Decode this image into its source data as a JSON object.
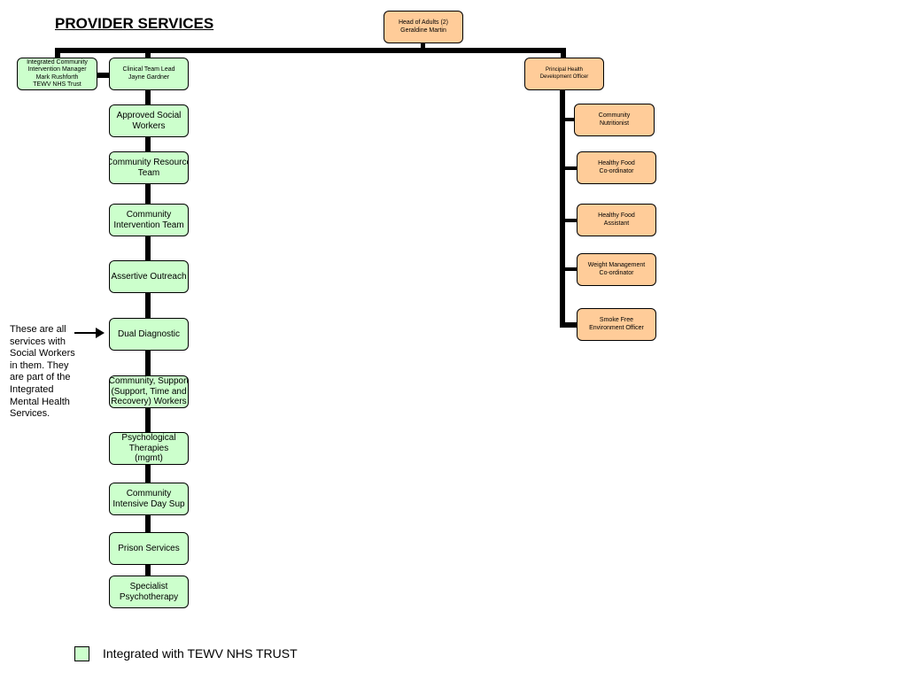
{
  "title": "PROVIDER SERVICES",
  "head": {
    "line1": "Head of Adults (2)",
    "line2": "Geraldine Martin"
  },
  "icim": {
    "line1": "Integrated Community",
    "line2": "Intervention Manager",
    "line3": "Mark Rushforth",
    "line4": "TEWV NHS Trust"
  },
  "clinical_lead": {
    "line1": "Clinical Team Lead",
    "line2": "Jayne Gardner"
  },
  "phdo": {
    "line1": "Principal Health",
    "line2": "Development  Officer"
  },
  "left_services": [
    {
      "line1": "Approved Social",
      "line2": "Workers"
    },
    {
      "line1": "Community Resource",
      "line2": "Team"
    },
    {
      "line1": "Community",
      "line2": "Intervention Team"
    },
    {
      "line1": "Assertive Outreach"
    },
    {
      "line1": "Dual Diagnostic"
    },
    {
      "line1": "Community, Support",
      "line2": "(Support, Time and",
      "line3": "Recovery) Workers"
    },
    {
      "line1": "Psychological",
      "line2": "Therapies",
      "line3": "(mgmt)"
    },
    {
      "line1": "Community",
      "line2": "Intensive Day Sup"
    },
    {
      "line1": "Prison Services"
    },
    {
      "line1": "Specialist",
      "line2": "Psychotherapy"
    }
  ],
  "right_services": [
    {
      "line1": "Community",
      "line2": "Nutritionist"
    },
    {
      "line1": "Healthy Food",
      "line2": "Co-ordinator"
    },
    {
      "line1": "Healthy Food",
      "line2": "Assistant"
    },
    {
      "line1": "Weight Management",
      "line2": "Co-ordinator"
    },
    {
      "line1": "Smoke Free",
      "line2": "Environment Officer"
    }
  ],
  "note": "These are all services with Social Workers in them. They are part of the Integrated Mental Health Services.",
  "legend": {
    "label": "Integrated with TEWV NHS TRUST"
  },
  "colors": {
    "green_fill": "#ccffcc",
    "orange_fill": "#ffcc99",
    "connector": "#000000"
  }
}
